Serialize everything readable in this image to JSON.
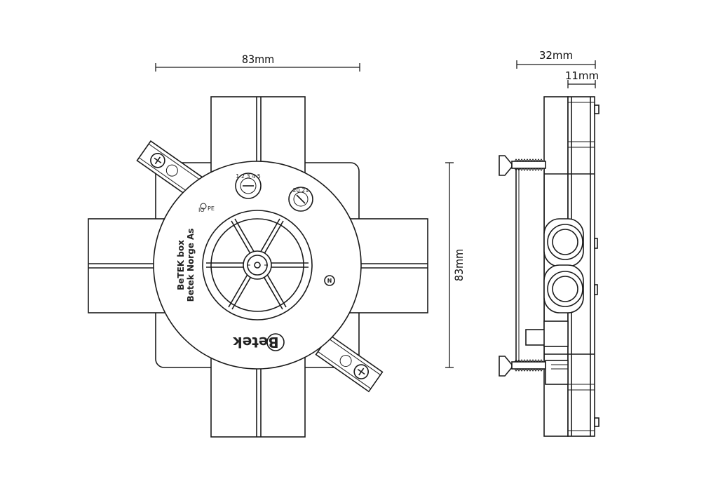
{
  "dimensions": {
    "top_width": "83mm",
    "front_height": "83mm",
    "side_depth": "32mm",
    "side_flange": "11mm"
  },
  "embossing": {
    "line1": "BeTEK box",
    "line2": "Betek Norge As",
    "logo": "Betek"
  }
}
